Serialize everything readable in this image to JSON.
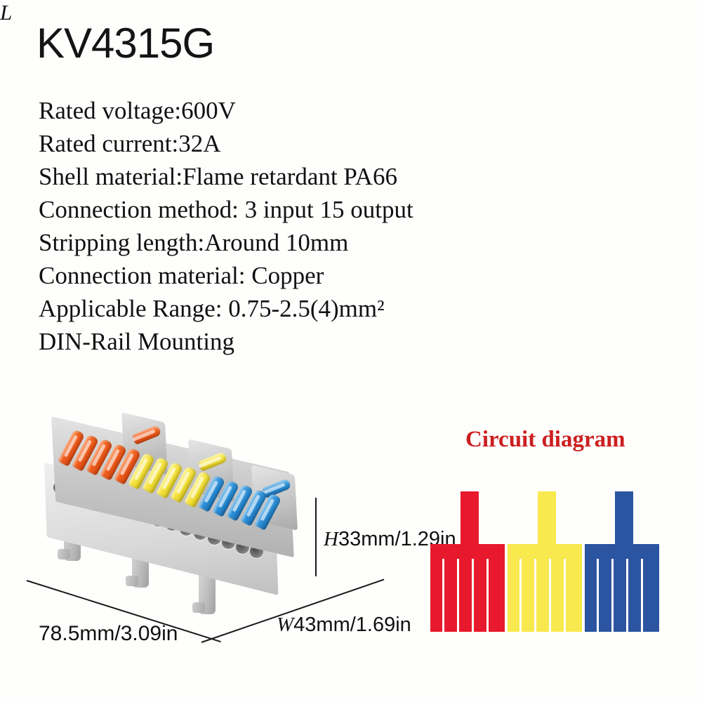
{
  "product": {
    "model": "KV4315G"
  },
  "specs": [
    "Rated voltage:600V",
    "Rated current:32A",
    "Shell material:Flame retardant PA66",
    "Connection method: 3 input 15 output",
    "Stripping length:Around 10mm",
    "Connection material: Copper",
    "Applicable Range: 0.75-2.5(4)mm²",
    "DIN-Rail Mounting"
  ],
  "dimensions": {
    "height_label": "H33mm/1.29in",
    "width_label": "W43mm/1.69in",
    "length_symbol": "L",
    "length_label": "78.5mm/3.09in"
  },
  "circuit": {
    "title": "Circuit diagram",
    "blocks": [
      {
        "name": "red-comb",
        "color": "#e8192c",
        "prongs": 5
      },
      {
        "name": "yellow-comb",
        "color": "#f7e94e",
        "prongs": 5
      },
      {
        "name": "blue-comb",
        "color": "#2b55a0",
        "prongs": 5
      }
    ]
  },
  "photo": {
    "alt": "gray DIN-rail push-in terminal block with orange, yellow and blue levers",
    "lever_colors": {
      "orange": "#ef5a1b",
      "yellow": "#f5e23c",
      "blue": "#2b8fd8"
    },
    "body_color": "#c9c9c9",
    "lever_groups": [
      {
        "color": "orange",
        "count": 5
      },
      {
        "color": "yellow",
        "count": 5
      },
      {
        "color": "blue",
        "count": 5
      }
    ],
    "port_count": 15
  }
}
